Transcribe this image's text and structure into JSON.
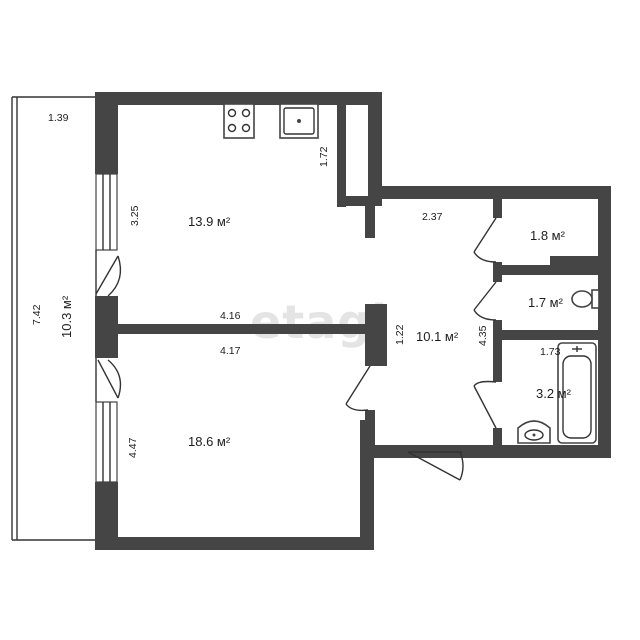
{
  "watermark": "etagi",
  "rooms": [
    {
      "id": "loggia",
      "area": "10.3 м²"
    },
    {
      "id": "kitchen",
      "area": "13.9 м²"
    },
    {
      "id": "bedroom",
      "area": "18.6 м²"
    },
    {
      "id": "hall",
      "area": "10.1 м²"
    },
    {
      "id": "storage",
      "area": "1.8 м²"
    },
    {
      "id": "toilet",
      "area": "1.7 м²"
    },
    {
      "id": "bathroom",
      "area": "3.2 м²"
    }
  ],
  "dimensions": {
    "loggia_width": "1.39",
    "loggia_length": "7.42",
    "kitchen_window_side": "3.25",
    "kitchen_niche": "1.72",
    "kitchen_wall": "4.16",
    "bedroom_wall": "4.17",
    "bedroom_window_side": "4.47",
    "hall_top": "2.37",
    "hall_passage": "1.22",
    "hall_side": "4.35",
    "bath_width": "1.73"
  }
}
